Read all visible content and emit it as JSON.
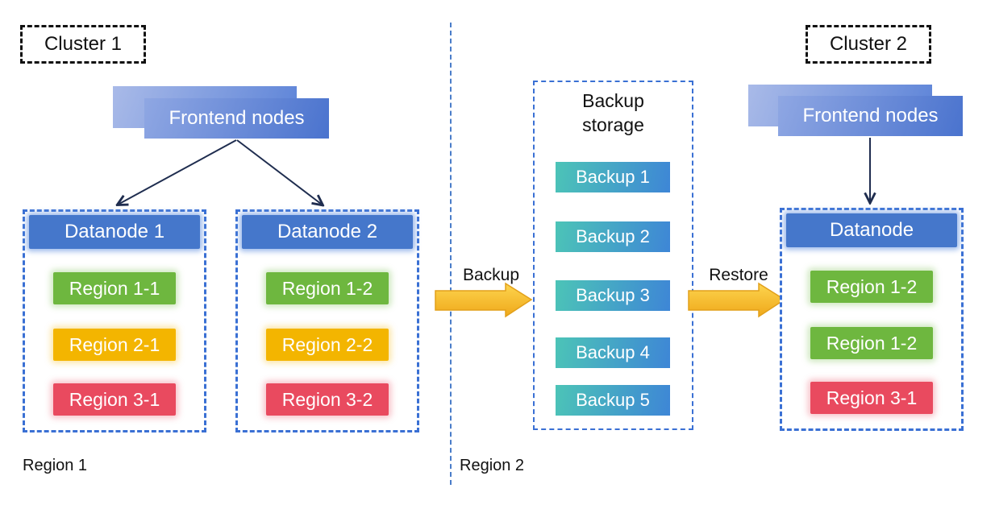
{
  "cluster1": {
    "label": "Cluster 1",
    "frontend_label": "Frontend nodes",
    "datanodes": [
      {
        "title": "Datanode 1",
        "regions": [
          {
            "label": "Region 1-1",
            "color": "region_green"
          },
          {
            "label": "Region 2-1",
            "color": "region_yellow"
          },
          {
            "label": "Region 3-1",
            "color": "region_red"
          }
        ]
      },
      {
        "title": "Datanode 2",
        "regions": [
          {
            "label": "Region 1-2",
            "color": "region_green"
          },
          {
            "label": "Region 2-2",
            "color": "region_yellow"
          },
          {
            "label": "Region 3-2",
            "color": "region_red"
          }
        ]
      }
    ],
    "region_label": "Region 1"
  },
  "cluster2": {
    "label": "Cluster 2",
    "frontend_label": "Frontend nodes",
    "datanode": {
      "title": "Datanode",
      "regions": [
        {
          "label": "Region 1-2",
          "color": "region_green"
        },
        {
          "label": "Region 1-2",
          "color": "region_green"
        },
        {
          "label": "Region 3-1",
          "color": "region_red"
        }
      ]
    },
    "region_label": "Region 2"
  },
  "backup_flow": {
    "backup_arrow_label": "Backup",
    "restore_arrow_label": "Restore",
    "storage_title": "Backup\nstorage",
    "backups": [
      "Backup 1",
      "Backup 2",
      "Backup 3",
      "Backup 4",
      "Backup 5"
    ]
  },
  "colors": {
    "region_green": "#6eb73f",
    "region_yellow": "#f3b500",
    "region_red": "#e94a5f",
    "datanode_header": "#4577cb",
    "backup_item_teal": "#4cc4b7",
    "backup_item_blue": "#3e86d6",
    "frontend_blue": "#4a73ce",
    "dashed_border_blue": "#3a70d4",
    "flow_arrow_yellow": "#f5b11f",
    "connector_navy": "#1f2d4f"
  }
}
